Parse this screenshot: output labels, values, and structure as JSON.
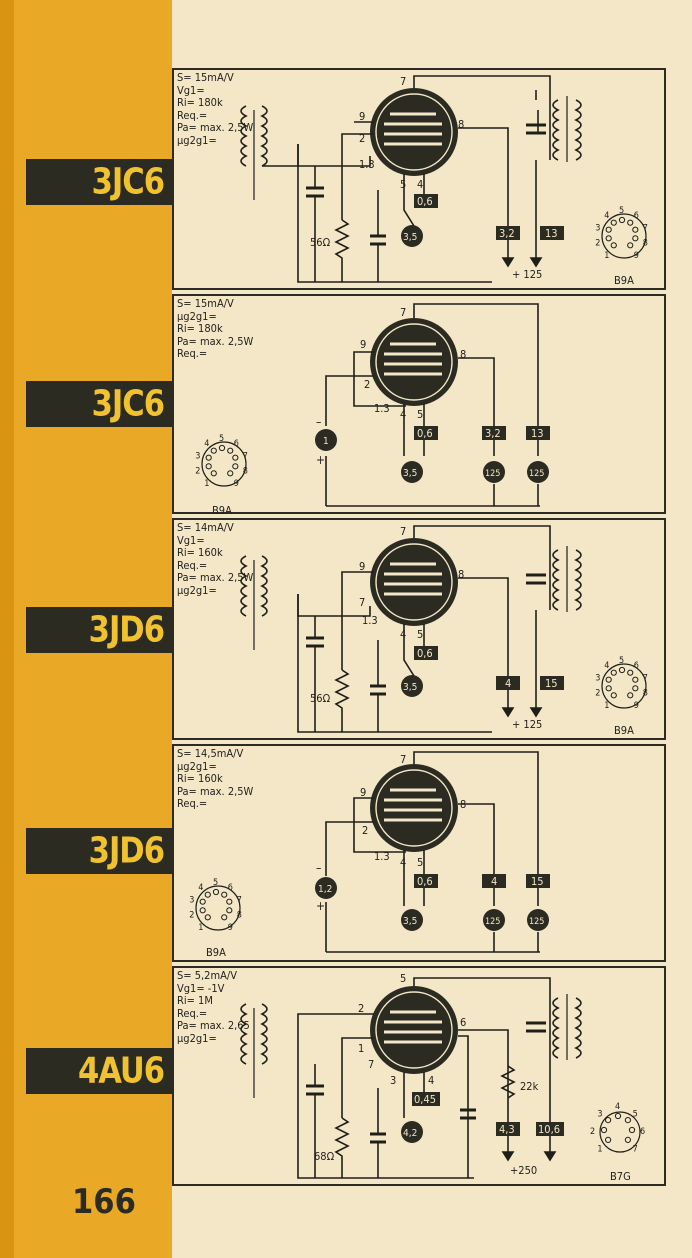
{
  "page_number": "166",
  "tubes": [
    {
      "type": "3JC6",
      "specs": [
        "S= 15mA/V",
        "Vg1=",
        "Ri= 180k",
        "Req.=",
        "Pa= max. 2,5W",
        "μg2g1="
      ],
      "pins": {
        "top": "7",
        "ul": "9",
        "ml": "2",
        "ll": "1.3",
        "right": "8",
        "b1": "5",
        "b2": "4"
      },
      "resistor": "56Ω",
      "boxes": [
        "0,6",
        "3,2",
        "13"
      ],
      "filament": "3,5",
      "supply": "+ 125",
      "base": "B9A",
      "base_pins": [
        "1",
        "2",
        "3",
        "4",
        "5",
        "6",
        "7",
        "8",
        "9"
      ]
    },
    {
      "type": "3JC6",
      "specs": [
        "S= 15mA/V",
        "μg2g1=",
        "Ri= 180k",
        "Pa= max. 2,5W",
        "Req.="
      ],
      "pins": {
        "top": "7",
        "ul": "9",
        "ml": "2",
        "ll": "1.3",
        "right": "8",
        "b1": "4",
        "b2": "5"
      },
      "bias": "1",
      "boxes": [
        "0,6",
        "3,2",
        "13"
      ],
      "filament": "3,5",
      "supplies": [
        "125",
        "125"
      ],
      "base": "B9A",
      "base_pins": [
        "1",
        "2",
        "3",
        "4",
        "5",
        "6",
        "7",
        "8",
        "9"
      ]
    },
    {
      "type": "3JD6",
      "specs": [
        "S= 14mA/V",
        "Vg1=",
        "Ri= 160k",
        "Req.=",
        "Pa= max. 2,5W",
        "μg2g1="
      ],
      "pins": {
        "top": "7",
        "ul": "9",
        "ml": "7",
        "ll": "1.3",
        "right": "8",
        "b1": "4",
        "b2": "5"
      },
      "resistor": "56Ω",
      "boxes": [
        "0,6",
        "4",
        "15"
      ],
      "filament": "3,5",
      "supply": "+ 125",
      "base": "B9A",
      "base_pins": [
        "1",
        "2",
        "3",
        "4",
        "5",
        "6",
        "7",
        "8",
        "9"
      ]
    },
    {
      "type": "3JD6",
      "specs": [
        "S= 14,5mA/V",
        "μg2g1=",
        "Ri= 160k",
        "Pa= max. 2,5W",
        "Req.="
      ],
      "pins": {
        "top": "7",
        "ul": "9",
        "ml": "2",
        "ll": "1.3",
        "right": "8",
        "b1": "4",
        "b2": "5"
      },
      "bias": "1,2",
      "boxes": [
        "0,6",
        "4",
        "15"
      ],
      "filament": "3,5",
      "supplies": [
        "125",
        "125"
      ],
      "base": "B9A",
      "base_pins": [
        "1",
        "2",
        "3",
        "4",
        "5",
        "6",
        "7",
        "8",
        "9"
      ]
    },
    {
      "type": "4AU6",
      "specs": [
        "S= 5,2mA/V",
        "Vg1= -1V",
        "Ri= 1M",
        "Req.=",
        "Pa= max. 2,65",
        "μg2g1="
      ],
      "pins": {
        "top": "5",
        "ul": "2",
        "ml": "1",
        "ll": "7",
        "right": "6",
        "b1": "3",
        "b2": "4"
      },
      "resistor": "68Ω",
      "resistor2": "22k",
      "boxes": [
        "0,45",
        "4,3",
        "10,6"
      ],
      "filament": "4,2",
      "supply": "+250",
      "base": "B7G",
      "base_pins": [
        "1",
        "2",
        "3",
        "4",
        "5",
        "6",
        "7"
      ]
    }
  ]
}
